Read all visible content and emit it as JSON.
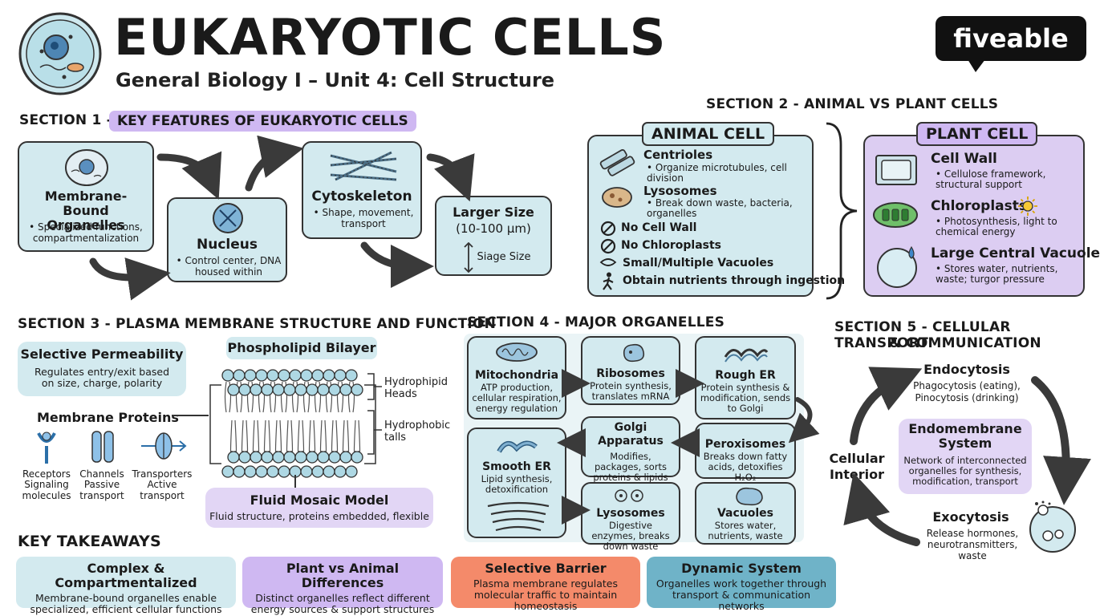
{
  "header": {
    "title": "EUKARYOTIC CELLS",
    "subtitle": "General Biology I – Unit 4: Cell Structure",
    "brand": "fiveable",
    "brand_bg": "#111111"
  },
  "colors": {
    "blue_box": "#d3eaef",
    "purple_box": "#dccdf2",
    "purple_tag": "#cfb8f2",
    "orange": "#f48a6a",
    "teal": "#6fb3c8",
    "arrow": "#3a3a3a"
  },
  "section1": {
    "label": "SECTION 1 -",
    "highlight": "KEY FEATURES OF EUKARYOTIC CELLS",
    "cards": [
      {
        "title": "Membrane-Bound Organelles",
        "desc": "• Specialized functions, compartmentalization",
        "icon": "cell-icon"
      },
      {
        "title": "Nucleus",
        "desc": "• Control center, DNA housed within",
        "icon": "dna-icon"
      },
      {
        "title": "Cytoskeleton",
        "desc": "• Shape, movement, transport",
        "icon": "fibers-icon"
      },
      {
        "title": "Larger Size",
        "size_range": "(10-100 µm)",
        "desc": "Siage Size",
        "icon": "ruler-icon"
      }
    ]
  },
  "section2": {
    "label": "SECTION 2 - ANIMAL VS PLANT CELLS",
    "animal": {
      "title": "ANIMAL CELL",
      "items": [
        {
          "name": "Centrioles",
          "desc": "• Organize microtubules, cell division"
        },
        {
          "name": "Lysosomes",
          "desc": "• Break down waste, bacteria, organelles"
        }
      ],
      "lines": [
        "No Cell Wall",
        "No Chloroplasts",
        "Small/Multiple Vacuoles",
        "Obtain nutrients through ingestion"
      ]
    },
    "plant": {
      "title": "PLANT CELL",
      "items": [
        {
          "name": "Cell Wall",
          "desc": "• Cellulose framework, structural support"
        },
        {
          "name": "Chloroplasts",
          "desc": "• Photosynthesis, light to chemical energy"
        },
        {
          "name": "Large Central Vacuole",
          "desc": "• Stores water, nutrients, waste; turgor pressure"
        }
      ]
    }
  },
  "section3": {
    "label": "SECTION 3 - PLASMA MEMBRANE STRUCTURE AND FUNCTION",
    "permeability": {
      "title": "Selective Permeability",
      "desc": "Regulates entry/exit based on size, charge, polarity"
    },
    "bilayer_title": "Phospholipid Bilayer",
    "heads_label": "Hydrophipid Heads",
    "tails_label": "Hydrophobic talls",
    "proteins_label": "Membrane Proteins",
    "proteins": [
      {
        "name": "Receptors",
        "desc": "Signaling molecules"
      },
      {
        "name": "Channels",
        "desc": "Passive transport"
      },
      {
        "name": "Transporters",
        "desc": "Active transport"
      }
    ],
    "fluid": {
      "title": "Fluid Mosaic Model",
      "desc": "Fluid structure, proteins embedded, flexible"
    }
  },
  "section4": {
    "label": "SECTION 4 - MAJOR ORGANELLES",
    "organelles": [
      {
        "title": "Mitochondria",
        "desc": "ATP production, cellular respiration, energy regulation"
      },
      {
        "title": "Ribosomes",
        "desc": "Protein synthesis, translates mRNA"
      },
      {
        "title": "Rough ER",
        "desc": "Protein synthesis & modification, sends to Golgi"
      },
      {
        "title": "Golgi Apparatus",
        "desc": "Modifies, packages, sorts proteins & lipids"
      },
      {
        "title": "Peroxisomes",
        "desc": "Breaks down fatty acids, detoxifies H₂O₂"
      },
      {
        "title": "Smooth ER",
        "desc": "Lipid synthesis, detoxification"
      },
      {
        "title": "Lysosomes",
        "desc": "Digestive enzymes, breaks down waste"
      },
      {
        "title": "Vacuoles",
        "desc": "Stores water, nutrients, waste"
      }
    ]
  },
  "section5": {
    "label_line1": "SECTION 5 - CELLULAR TRANSPORT",
    "label_line2": "& COMMUNICATION",
    "endocytosis": {
      "title": "Endocytosis",
      "desc1": "Phagocytosis (eating),",
      "desc2": "Pinocytosis (drinking)"
    },
    "endomembrane": {
      "title": "Endomembrane System",
      "desc": "Network of interconnected organelles for synthesis, modification, transport"
    },
    "interior": "Cellular Interior",
    "exocytosis": {
      "title": "Exocytosis",
      "desc": "Release hormones, neurotransmitters, waste"
    }
  },
  "takeaways": {
    "label": "KEY TAKEAWAYS",
    "items": [
      {
        "title": "Complex & Compartmentalized",
        "desc": "Membrane-bound organelles enable specialized, efficient cellular functions",
        "color": "#d3eaef"
      },
      {
        "title": "Plant vs Animal Differences",
        "desc": "Distinct organelles reflect different energy sources & support structures",
        "color": "#cfb8f2"
      },
      {
        "title": "Selective Barrier",
        "desc": "Plasma membrane regulates molecular traffic to maintain homeostasis",
        "color": "#f48a6a"
      },
      {
        "title": "Dynamic System",
        "desc": "Organelles work together through transport & communication networks",
        "color": "#6fb3c8"
      }
    ]
  }
}
